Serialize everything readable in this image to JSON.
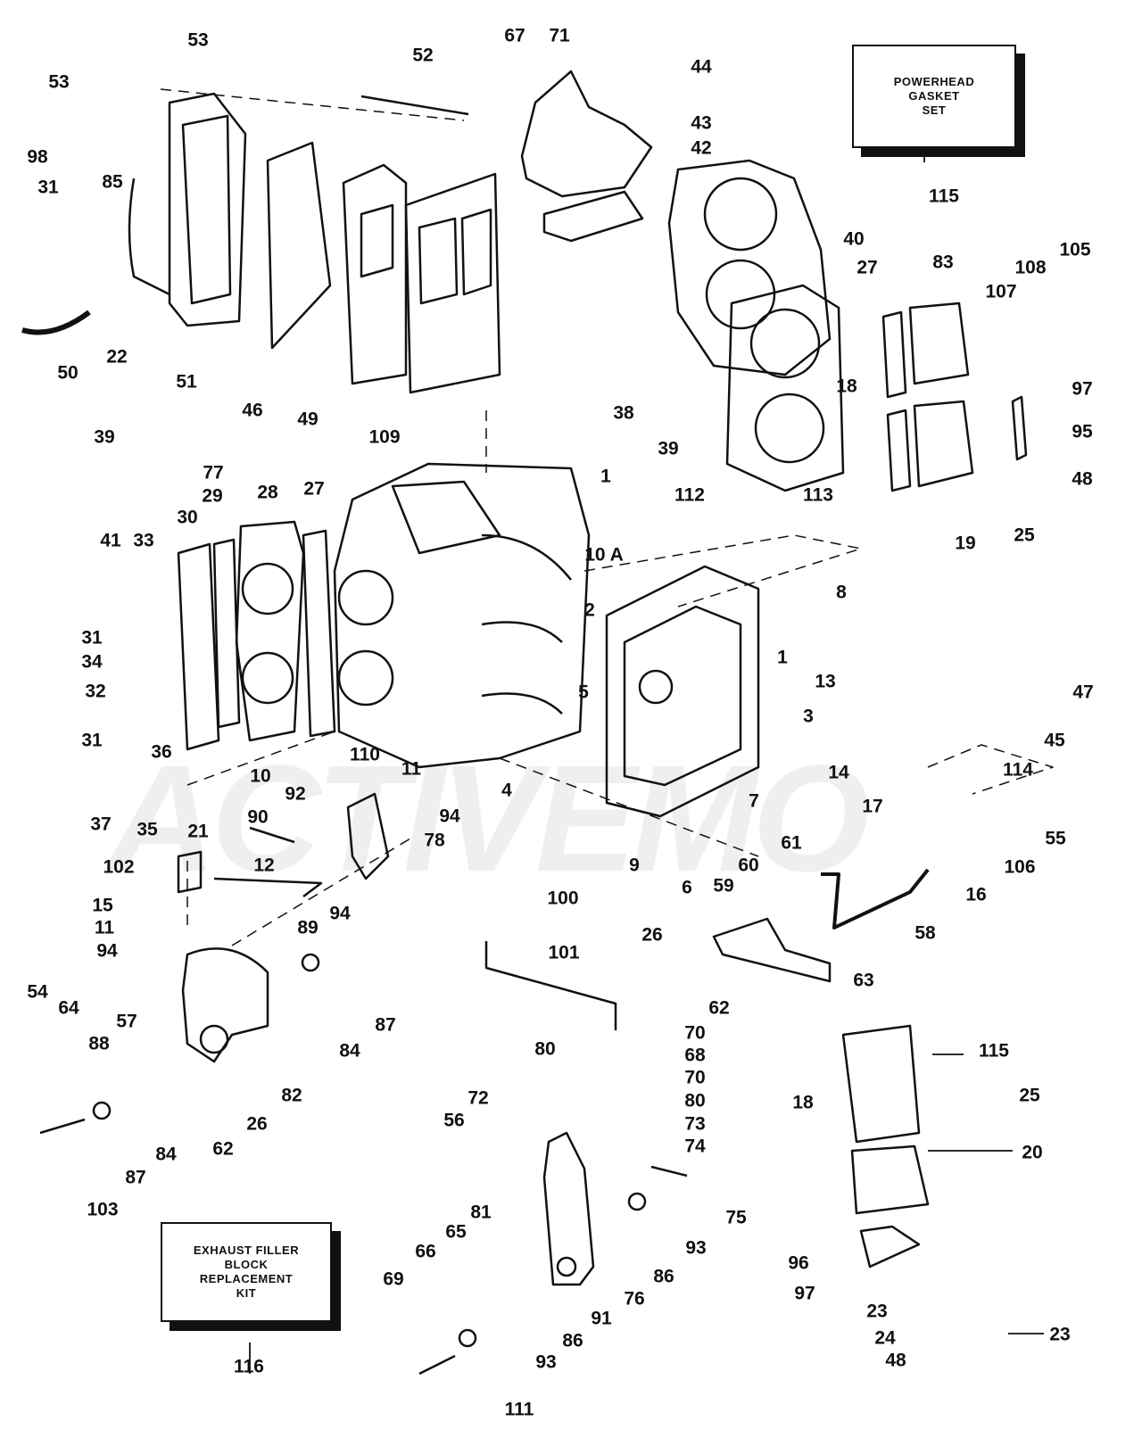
{
  "kits": {
    "powerhead": {
      "line1": "POWERHEAD",
      "line2": "GASKET",
      "line3": "SET"
    },
    "exhaust": {
      "line1": "EXHAUST FILLER",
      "line2": "BLOCK",
      "line3": "REPLACEMENT",
      "line4": "KIT"
    }
  },
  "watermark": "ACTIVEMO",
  "callouts": {
    "c53a": "53",
    "c53b": "53",
    "c52": "52",
    "c67": "67",
    "c71": "71",
    "c44": "44",
    "c98": "98",
    "c85": "85",
    "c43": "43",
    "c42": "42",
    "c31a": "31",
    "c115a": "115",
    "c40": "40",
    "c27a": "27",
    "c83": "83",
    "c108": "108",
    "c105": "105",
    "c107": "107",
    "c50": "50",
    "c22": "22",
    "c51": "51",
    "c46": "46",
    "c49": "49",
    "c109": "109",
    "c18a": "18",
    "c97a": "97",
    "c95": "95",
    "c48a": "48",
    "c38": "38",
    "c39a": "39",
    "c39b": "39",
    "c77": "77",
    "c1a": "1",
    "c29": "29",
    "c28": "28",
    "c27b": "27",
    "c30": "30",
    "c112": "112",
    "c113": "113",
    "c19": "19",
    "c25a": "25",
    "c41": "41",
    "c33": "33",
    "c10a": "10 A",
    "c8": "8",
    "c31b": "31",
    "c2": "2",
    "c1b": "1",
    "c34": "34",
    "c13": "13",
    "c3": "3",
    "c47": "47",
    "c32": "32",
    "c31c": "31",
    "c5": "5",
    "c45": "45",
    "c36": "36",
    "c110": "110",
    "c10": "10",
    "c14": "14",
    "c114": "114",
    "c11a": "11",
    "c4": "4",
    "c37": "37",
    "c35": "35",
    "c92": "92",
    "c90": "90",
    "c94a": "94",
    "c7": "7",
    "c17": "17",
    "c78": "78",
    "c21": "21",
    "c102": "102",
    "c12": "12",
    "c61": "61",
    "c55": "55",
    "c9": "9",
    "c6": "6",
    "c106": "106",
    "c60": "60",
    "c15": "15",
    "c94b": "94",
    "c59": "59",
    "c16": "16",
    "c100": "100",
    "c11b": "11",
    "c89": "89",
    "c58": "58",
    "c94c": "94",
    "c26a": "26",
    "c101": "101",
    "c63": "63",
    "c54": "54",
    "c64": "64",
    "c87a": "87",
    "c62a": "62",
    "c57": "57",
    "c84a": "84",
    "c80a": "80",
    "c70a": "70",
    "c88": "88",
    "c68": "68",
    "c115b": "115",
    "c82": "82",
    "c70b": "70",
    "c25b": "25",
    "c72": "72",
    "c26b": "26",
    "c80b": "80",
    "c18b": "18",
    "c56": "56",
    "c62b": "62",
    "c73": "73",
    "c74": "74",
    "c20": "20",
    "c84b": "84",
    "c87b": "87",
    "c75": "75",
    "c103": "103",
    "c81": "81",
    "c65": "65",
    "c93a": "93",
    "c66": "66",
    "c86a": "86",
    "c96": "96",
    "c69": "69",
    "c76": "76",
    "c97b": "97",
    "c91": "91",
    "c23a": "23",
    "c24": "24",
    "c23b": "23",
    "c86b": "86",
    "c93b": "93",
    "c48b": "48",
    "c116": "116",
    "c111": "111"
  }
}
